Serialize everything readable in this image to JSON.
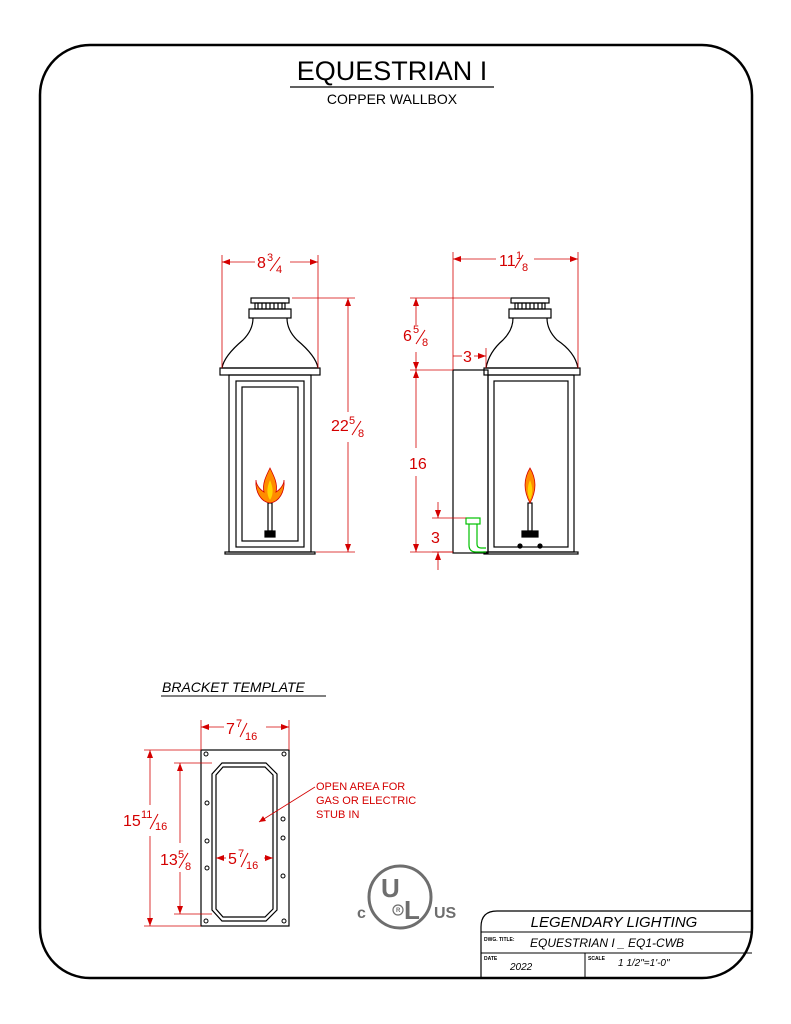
{
  "drawing": {
    "title": "EQUESTRIAN I",
    "subtitle": "COPPER WALLBOX"
  },
  "front_view": {
    "width_whole": "8",
    "width_num": "3",
    "width_den": "4",
    "height_whole": "22",
    "height_num": "5",
    "height_den": "8"
  },
  "side_view": {
    "width_whole": "11",
    "width_num": "1",
    "width_den": "8",
    "top_whole": "6",
    "top_num": "5",
    "top_den": "8",
    "box_depth": "3",
    "body_height": "16",
    "stub_height": "3"
  },
  "bracket_template": {
    "label": "BRACKET TEMPLATE",
    "width_whole": "7",
    "width_num": "7",
    "width_den": "16",
    "height_whole": "15",
    "height_num": "11",
    "height_den": "16",
    "inner_height_whole": "13",
    "inner_height_num": "5",
    "inner_height_den": "8",
    "inner_width_whole": "5",
    "inner_width_num": "7",
    "inner_width_den": "16",
    "note_line1": "OPEN AREA FOR",
    "note_line2": "GAS OR ELECTRIC",
    "note_line3": "STUB IN"
  },
  "certification": {
    "c": "c",
    "u": "U",
    "l": "L",
    "r": "R",
    "us": "US"
  },
  "title_block": {
    "company": "LEGENDARY LIGHTING",
    "dwg_label": "DWG. TITLE:",
    "dwg_title": "EQUESTRIAN I _ EQ1-CWB",
    "date_label": "DATE",
    "date": "2022",
    "scale_label": "SCALE",
    "scale": "1 1/2\"=1'-0\""
  },
  "colors": {
    "dimension": "#d40000",
    "outline": "#000000",
    "gas_stub": "#00c000",
    "flame_outer": "#ff8c00",
    "flame_inner": "#ffd400",
    "ul_mark": "#6e6e6e"
  }
}
